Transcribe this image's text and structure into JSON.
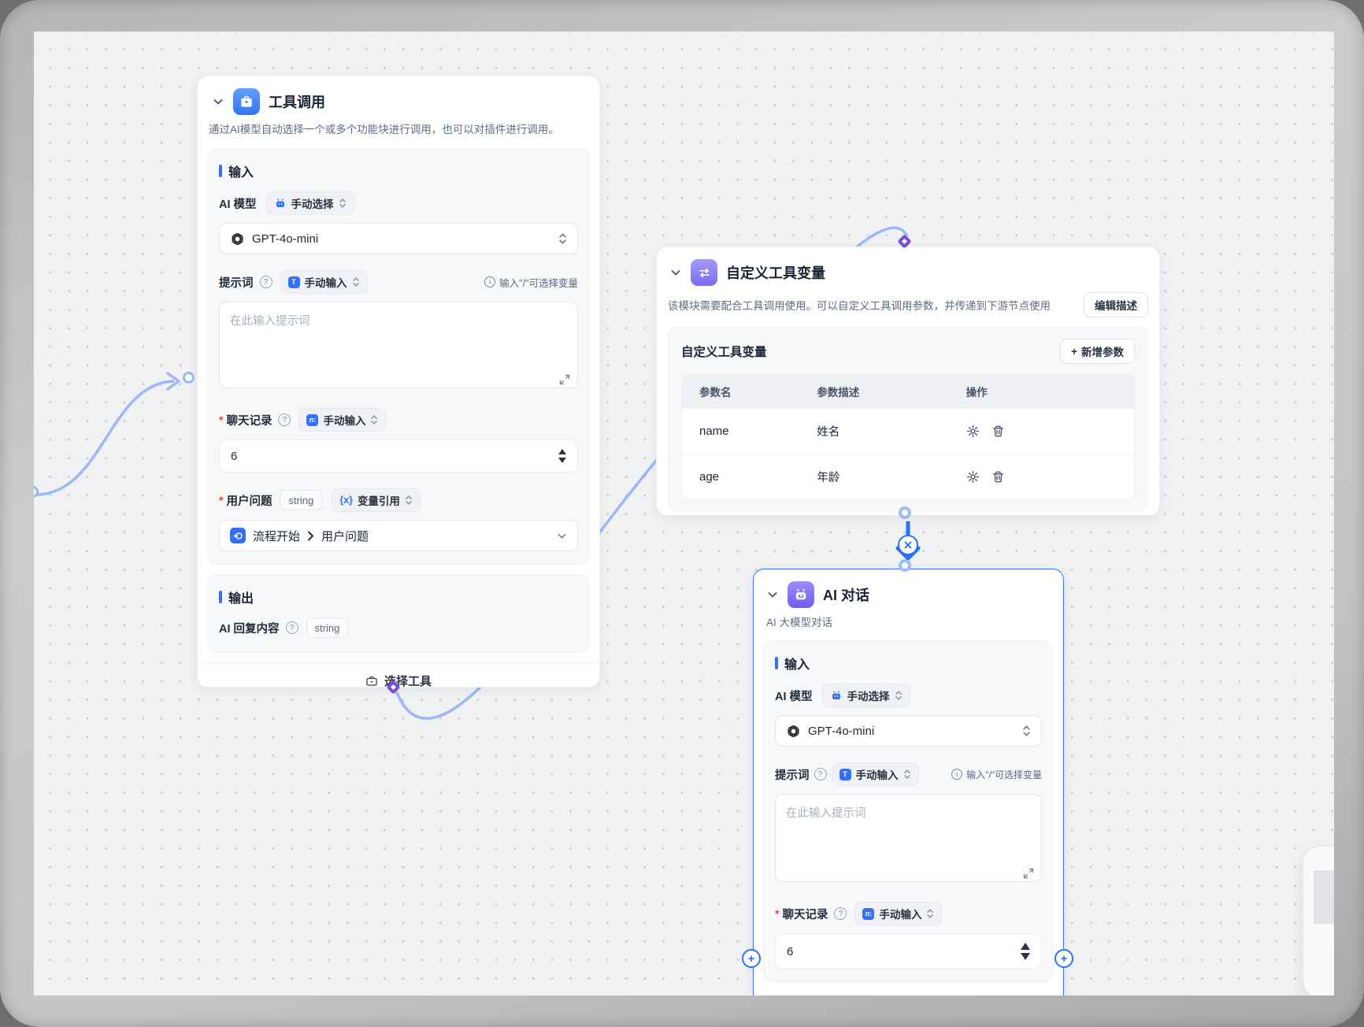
{
  "node_tool_call": {
    "title": "工具调用",
    "description": "通过AI模型自动选择一个或多个功能块进行调用，也可以对插件进行调用。",
    "input_header": "输入",
    "model_label": "AI 模型",
    "model_mode": "手动选择",
    "model_value": "GPT-4o-mini",
    "prompt_label": "提示词",
    "prompt_mode": "手动输入",
    "prompt_hint": "输入\"/\"可选择变量",
    "prompt_placeholder": "在此输入提示词",
    "history_label": "聊天记录",
    "history_mode": "手动输入",
    "history_value": "6",
    "question_label": "用户问题",
    "question_type": "string",
    "question_mode": "变量引用",
    "question_ref_source": "流程开始",
    "question_ref_field": "用户问题",
    "output_header": "输出",
    "output_label": "AI 回复内容",
    "output_type": "string",
    "footer_button": "选择工具"
  },
  "node_custom_vars": {
    "title": "自定义工具变量",
    "description": "该模块需要配合工具调用使用。可以自定义工具调用参数，并传递到下游节点使用",
    "edit_button": "编辑描述",
    "panel_title": "自定义工具变量",
    "add_button": "新增参数",
    "table": {
      "headers": [
        "参数名",
        "参数描述",
        "操作"
      ],
      "rows": [
        {
          "name": "name",
          "desc": "姓名"
        },
        {
          "name": "age",
          "desc": "年龄"
        }
      ]
    }
  },
  "node_ai_chat": {
    "title": "AI 对话",
    "subtitle": "AI 大模型对话",
    "input_header": "输入",
    "model_label": "AI 模型",
    "model_mode": "手动选择",
    "model_value": "GPT-4o-mini",
    "prompt_label": "提示词",
    "prompt_mode": "手动输入",
    "prompt_hint": "输入\"/\"可选择变量",
    "prompt_placeholder": "在此输入提示词",
    "history_label": "聊天记录",
    "history_mode": "手动输入",
    "history_value": "6"
  },
  "icons": {
    "help": "?",
    "info": "i",
    "required": "*",
    "plus": "+",
    "text_input": "T",
    "num_input": "n:",
    "var_ref": "{x}"
  },
  "colors": {
    "accent": "#3370ff",
    "edge_light": "#9ab7f7",
    "edge_selected": "#2970ff",
    "diamond_purple": "#7a4be0",
    "canvas_bg": "#f0f1f3"
  }
}
